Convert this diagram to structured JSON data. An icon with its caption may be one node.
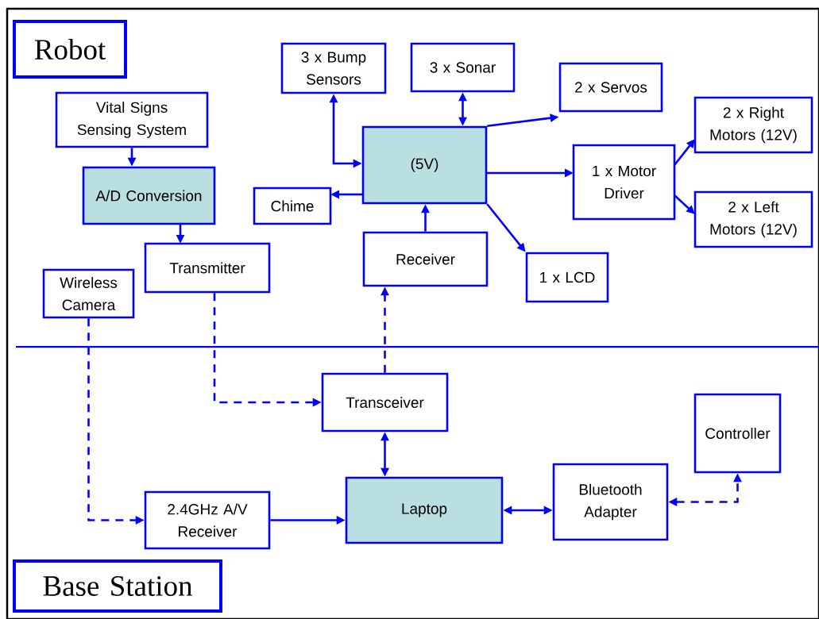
{
  "diagram": {
    "nodes": [
      {
        "text": [
          "Robot"
        ]
      },
      {
        "text": [
          "Vital Signs Sensing System"
        ]
      },
      {
        "text": [
          "A/D Conversion"
        ]
      },
      {
        "text": [
          "Transmitter"
        ]
      },
      {
        "text": [
          "Wireless Camera"
        ]
      },
      {
        "text": [
          "3 x Bump Sensors"
        ]
      },
      {
        "text": [
          "3 x Sonar"
        ]
      },
      {
        "text": [
          "(5V)"
        ]
      },
      {
        "text": [
          "2 x Servos"
        ]
      },
      {
        "text": [
          "Chime"
        ]
      },
      {
        "text": [
          "1 x Motor Driver"
        ]
      },
      {
        "text": [
          "2 x Right Motors (12V)"
        ]
      },
      {
        "text": [
          "2 x Left Motors (12V)"
        ]
      },
      {
        "text": [
          "Receiver"
        ]
      },
      {
        "text": [
          "1 x LCD"
        ]
      },
      {
        "text": [
          "Transceiver"
        ]
      },
      {
        "text": [
          "Controller"
        ]
      },
      {
        "text": [
          "Laptop"
        ]
      },
      {
        "text": [
          "Bluetooth Adapter"
        ]
      },
      {
        "text": [
          "2.4GHz A/V Receiver"
        ]
      },
      {
        "text": [
          "Base Station"
        ]
      }
    ],
    "edges": [
      {
        "from": 1,
        "to": 2,
        "arrow": "to"
      },
      {
        "from": 2,
        "to": 3,
        "arrow": "to"
      },
      {
        "from": 5,
        "to": 7,
        "arrow": "both"
      },
      {
        "from": 6,
        "to": 7,
        "arrow": "both"
      },
      {
        "from": 7,
        "to": 9,
        "arrow": "to"
      },
      {
        "from": 7,
        "to": 8,
        "arrow": "to"
      },
      {
        "from": 7,
        "to": 10,
        "arrow": "to"
      },
      {
        "from": 7,
        "to": 14,
        "arrow": "to"
      },
      {
        "from": 10,
        "to": 11,
        "arrow": "to"
      },
      {
        "from": 10,
        "to": 12,
        "arrow": "to"
      },
      {
        "from": 13,
        "to": 7,
        "arrow": "to"
      },
      {
        "from": 15,
        "to": 13,
        "arrow": "to",
        "style": "dashed"
      },
      {
        "from": 3,
        "to": 15,
        "arrow": "to",
        "style": "dashed"
      },
      {
        "from": 4,
        "to": 19,
        "arrow": "to",
        "style": "dashed"
      },
      {
        "from": 15,
        "to": 17,
        "arrow": "both"
      },
      {
        "from": 19,
        "to": 17,
        "arrow": "to"
      },
      {
        "from": 17,
        "to": 18,
        "arrow": "both"
      },
      {
        "from": 18,
        "to": 16,
        "arrow": "both",
        "style": "dashed"
      }
    ]
  }
}
